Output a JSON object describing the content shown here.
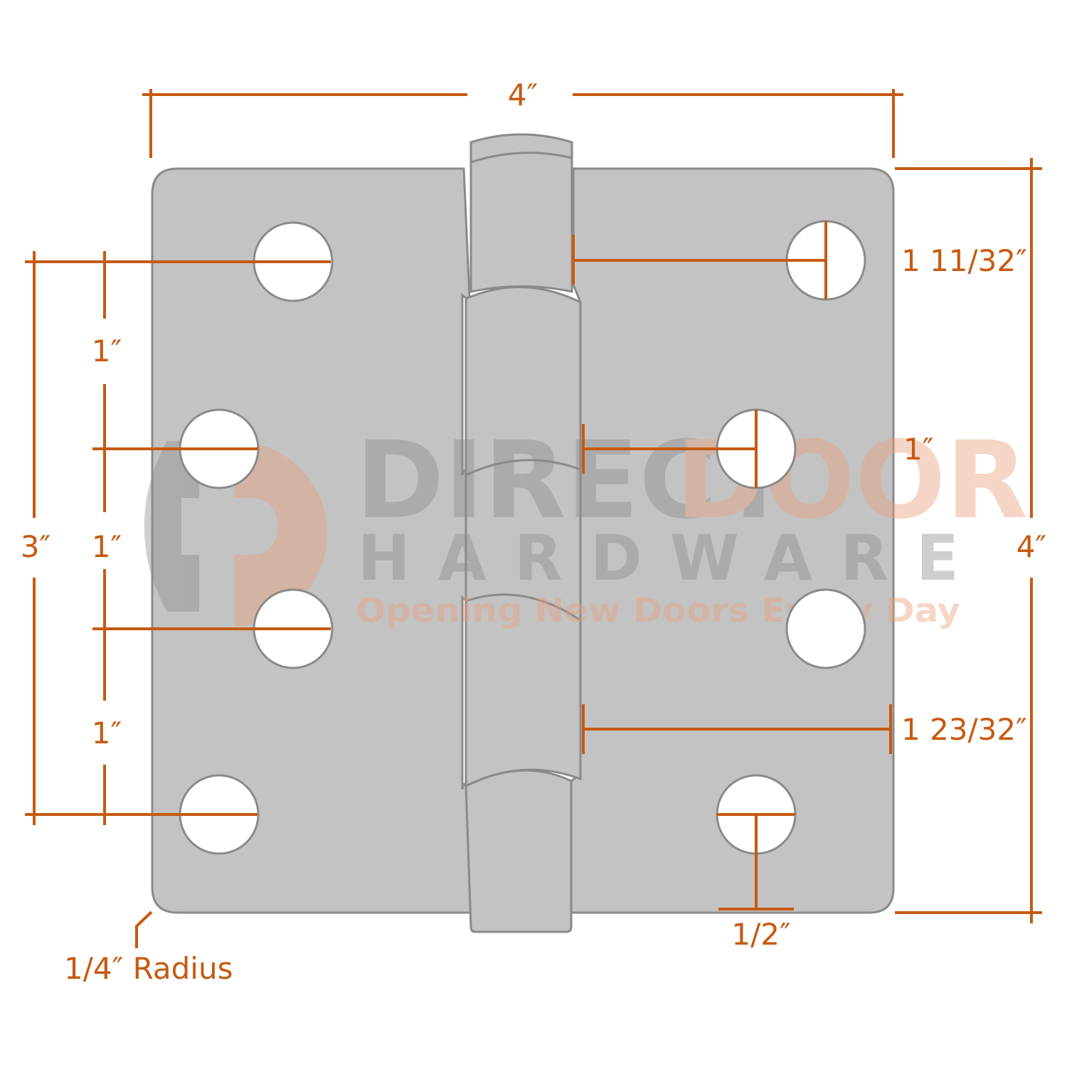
{
  "colors": {
    "dimension": "#c65a11",
    "plate_fill": "#c3c3c3",
    "plate_stroke": "#8a8a8a",
    "watermark_gray": "#8c8c8c",
    "watermark_orange": "#e9a07a"
  },
  "dimensions": {
    "overall_width": "4″",
    "overall_height": "4″",
    "screw_span": "3″",
    "spacing_top": "1″",
    "spacing_middle": "1″",
    "spacing_bottom": "1″",
    "backset_top": "1 11/32″",
    "backset_middle": "1″",
    "backset_edge": "1 23/32″",
    "hole_to_bottom": "1/2″",
    "corner_radius": "1/4″ Radius"
  },
  "watermark": {
    "brand_first": "DIRECT",
    "brand_second": "DOOR",
    "brand_line2": "HARDWARE",
    "tagline": "Opening New Doors Every Day",
    "logo_icon": "dd-logo-icon"
  }
}
